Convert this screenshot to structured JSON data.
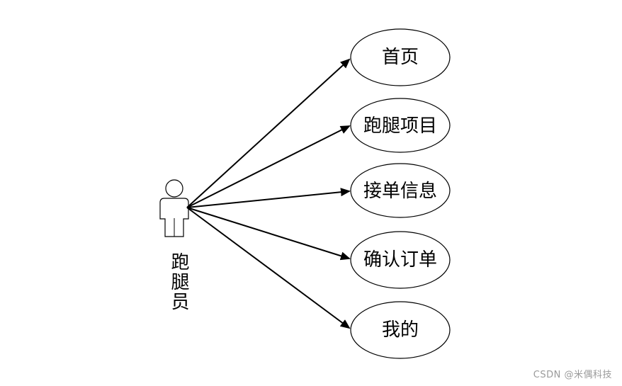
{
  "actor": {
    "label": "跑腿员",
    "icon": "stick-figure-icon"
  },
  "use_cases": [
    {
      "label": "首页"
    },
    {
      "label": "跑腿项目"
    },
    {
      "label": "接单信息"
    },
    {
      "label": "确认订单"
    },
    {
      "label": "我的"
    }
  ],
  "watermark": "CSDN @米偶科技",
  "colors": {
    "line": "#000000",
    "background": "#ffffff",
    "watermark": "#9a9a9a"
  }
}
